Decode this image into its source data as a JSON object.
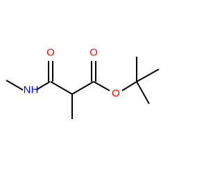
{
  "molecule": {
    "colors": {
      "bond": "#000000",
      "carbon": "#000000",
      "nitrogen": "#0000ff",
      "oxygen": "#ff0000"
    },
    "atoms": {
      "n1": {
        "label": "N",
        "element": "nitrogen"
      },
      "h1": {
        "label": "H",
        "element": "nitrogen"
      },
      "o1": {
        "label": "O",
        "element": "oxygen"
      },
      "o2": {
        "label": "O",
        "element": "oxygen"
      },
      "o3": {
        "label": "O",
        "element": "oxygen"
      }
    }
  }
}
